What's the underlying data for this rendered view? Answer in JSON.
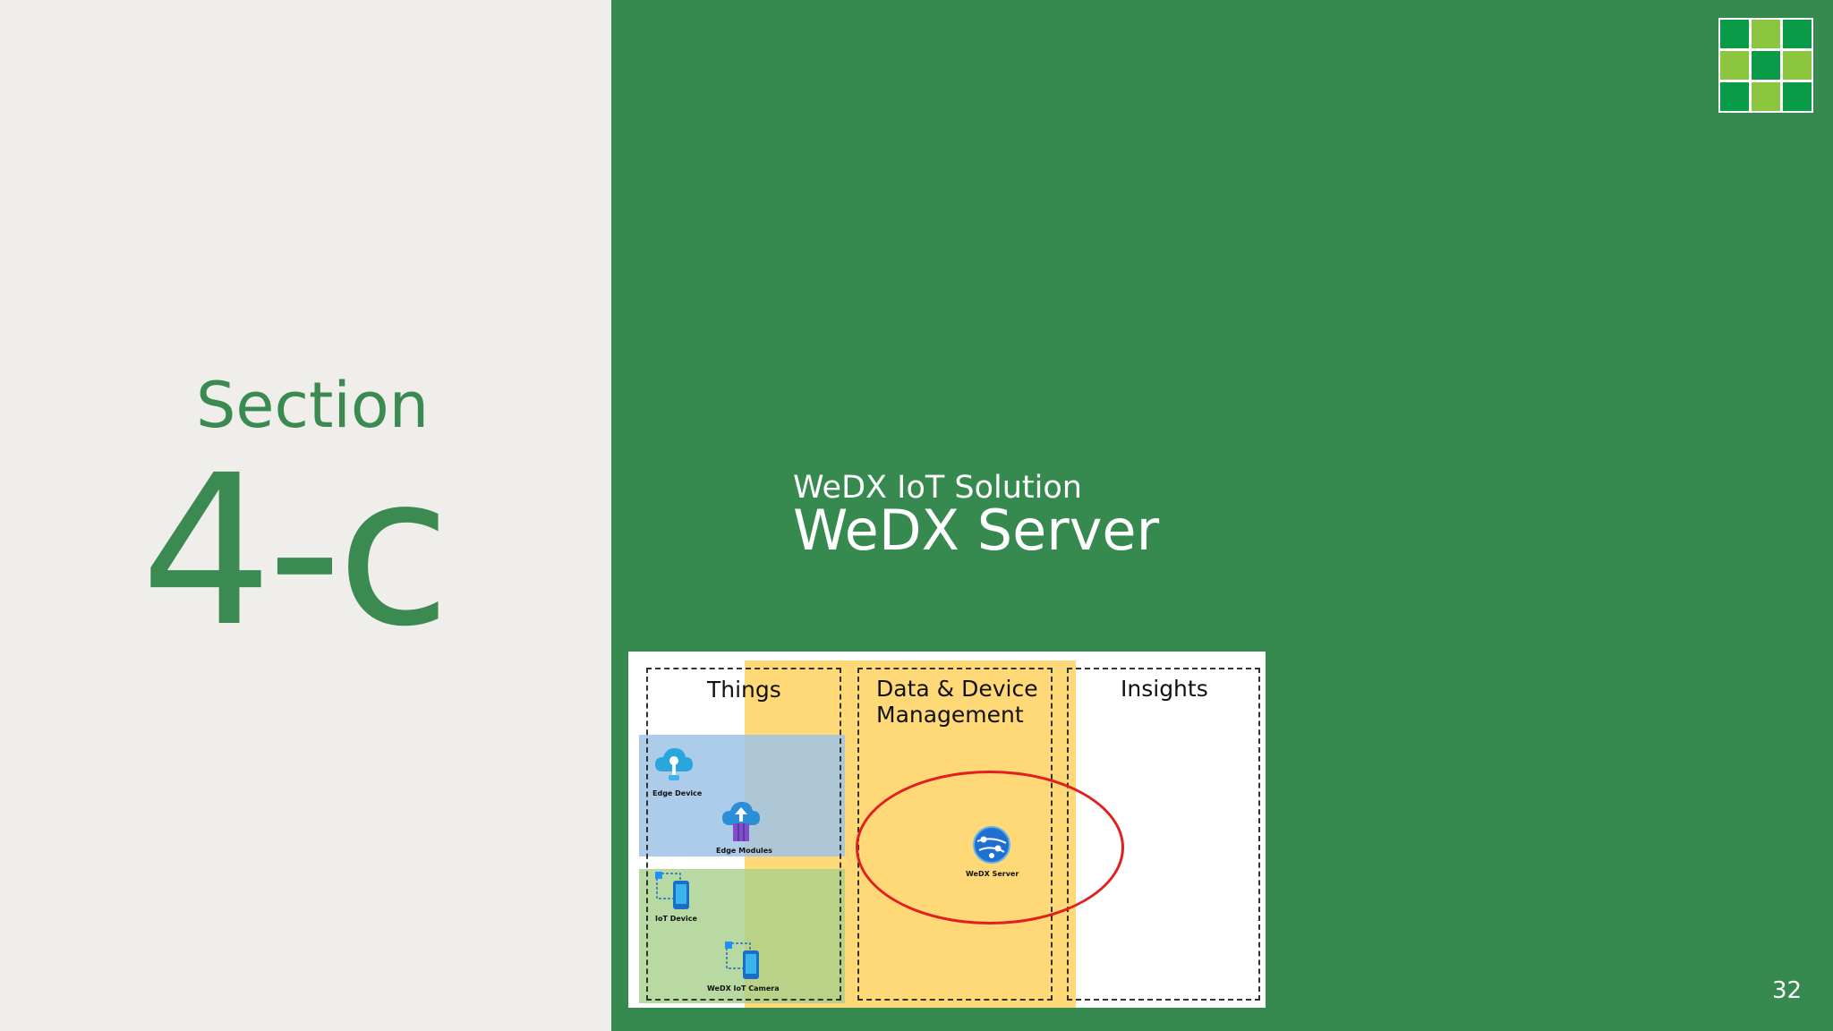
{
  "section": {
    "label": "Section",
    "number": "4-c"
  },
  "title": {
    "subtitle": "WeDX IoT Solution",
    "main": "WeDX Server"
  },
  "page_number": "32",
  "logo": {
    "colors": [
      "#0a9b48",
      "#8cc63f",
      "#0a9b48",
      "#8cc63f",
      "#0a9b48",
      "#8cc63f",
      "#0a9b48",
      "#8cc63f",
      "#0a9b48"
    ]
  },
  "diagram": {
    "columns": [
      {
        "label": "Things"
      },
      {
        "label_line1": "Data & Device",
        "label_line2": "Management"
      },
      {
        "label": "Insights"
      }
    ],
    "items": {
      "edge_device": "Edge Device",
      "edge_modules": "Edge Modules",
      "iot_device": "IoT Device",
      "wedx_iot_camera": "WeDX IoT Camera",
      "wedx_server": "WeDX Server"
    },
    "colors": {
      "highlight_ring": "#e31e1e",
      "band": "#ffd977",
      "edge_area": "#9fc3e6",
      "device_area": "#a7d08c"
    }
  }
}
